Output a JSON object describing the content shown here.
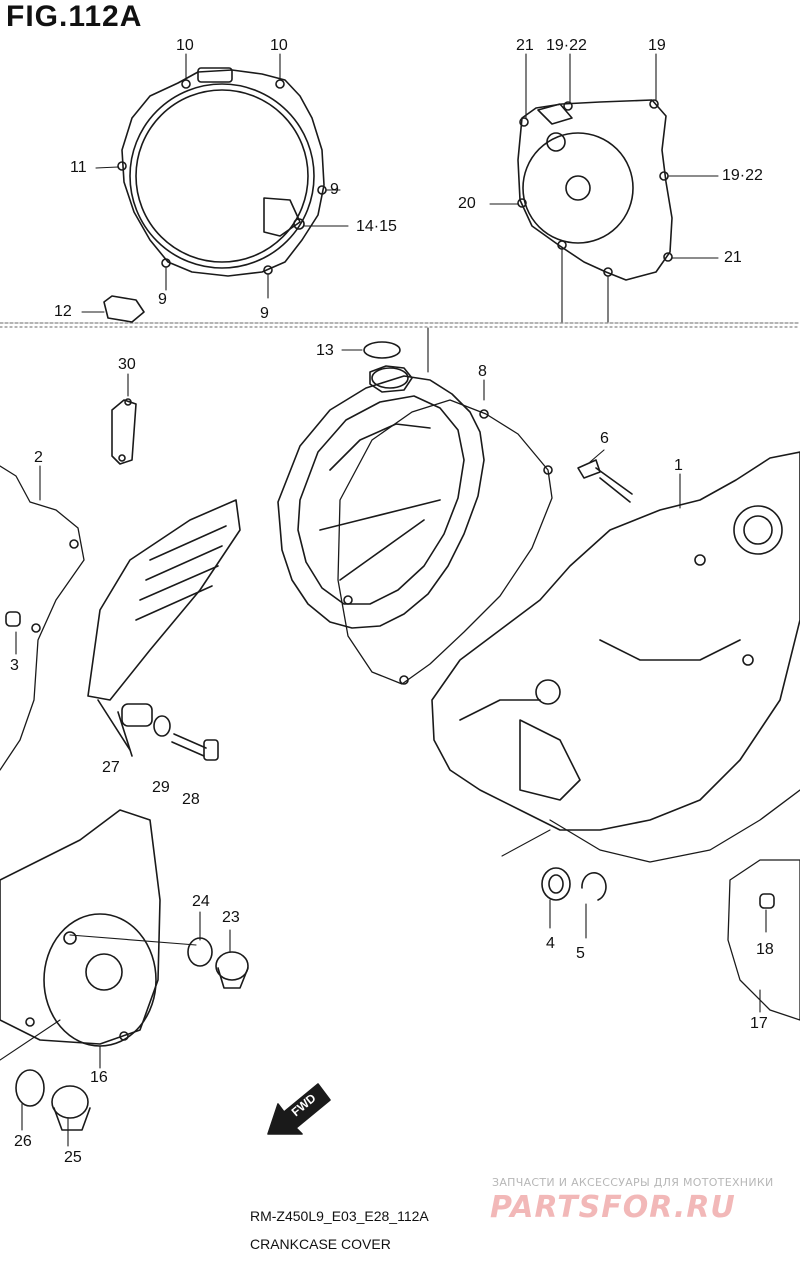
{
  "figure": {
    "title": "FIG.112A"
  },
  "footer": {
    "code": "RM-Z450L9_E03_E28_112A",
    "name": "CRANKCASE COVER"
  },
  "watermark": {
    "subtitle": "ЗАПЧАСТИ И АКСЕССУАРЫ ДЛЯ МОТОТЕХНИКИ",
    "logo": "PARTSFOR.RU"
  },
  "fwd_arrow": {
    "label": "FWD"
  },
  "callouts": {
    "c10a": "10",
    "c10b": "10",
    "c11": "11",
    "c9a": "9",
    "c1415": "14·15",
    "c9b": "9",
    "c9c": "9",
    "c12": "12",
    "c21a": "21",
    "c1922a": "19·22",
    "c19": "19",
    "c1922b": "19·22",
    "c20": "20",
    "c21b": "21",
    "c13": "13",
    "c8": "8",
    "c30": "30",
    "c2": "2",
    "c6": "6",
    "c1": "1",
    "c3": "3",
    "c27": "27",
    "c29": "29",
    "c28": "28",
    "c24": "24",
    "c23": "23",
    "c4": "4",
    "c5": "5",
    "c18": "18",
    "c17": "17",
    "c16": "16",
    "c26": "26",
    "c25": "25"
  }
}
